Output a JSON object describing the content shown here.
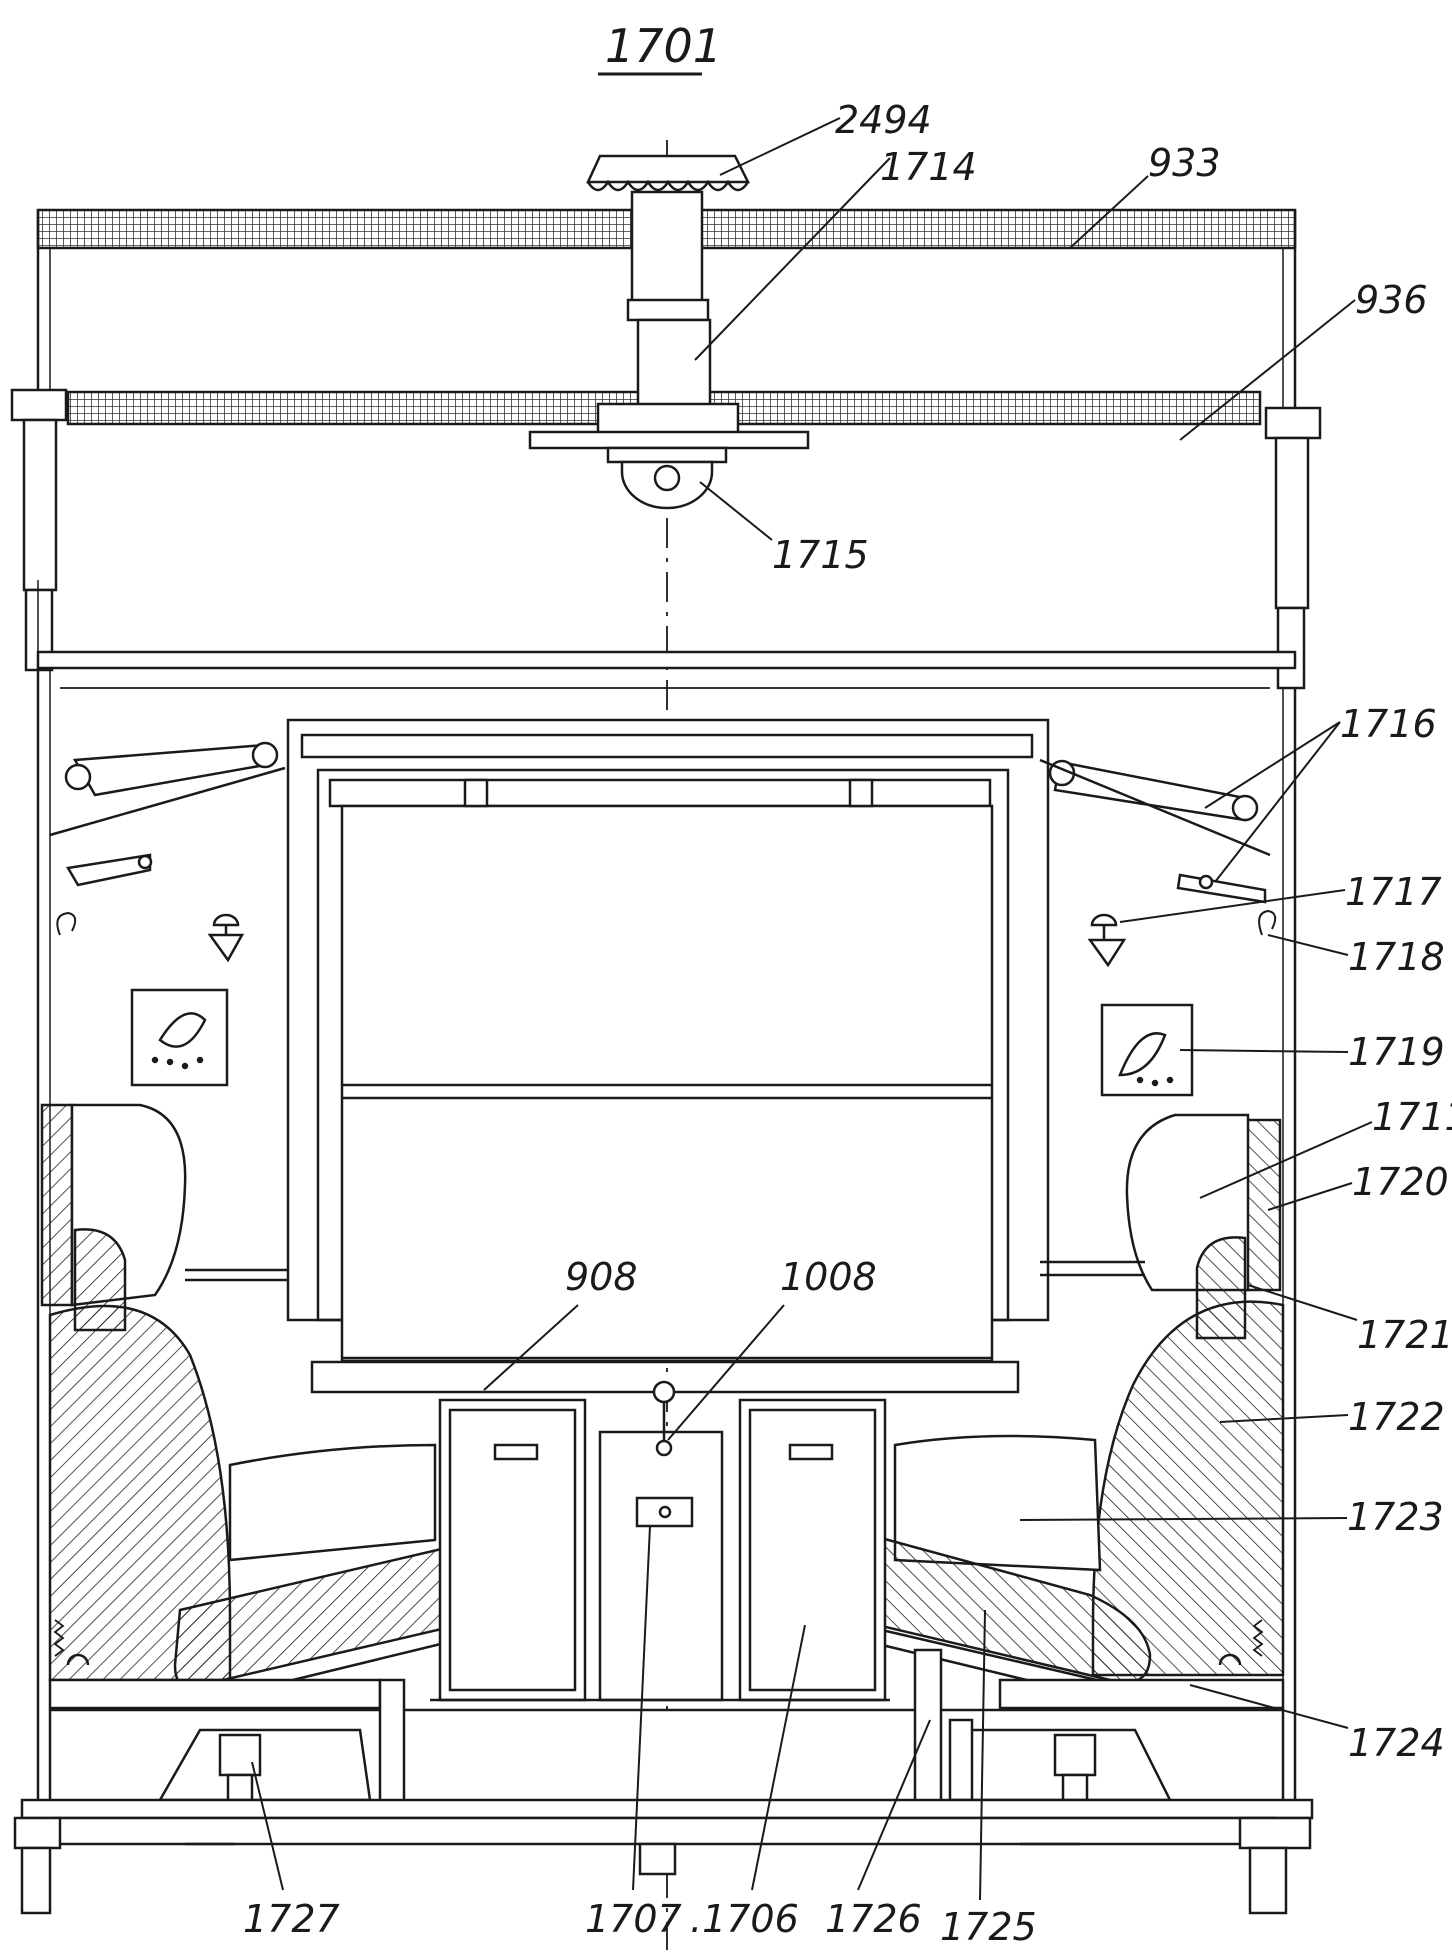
{
  "figure": {
    "number": "1701",
    "labels": {
      "l2494": "2494",
      "l1714": "1714",
      "l933": "933",
      "l936": "936",
      "l1715": "1715",
      "l1716": "1716",
      "l1717": "1717",
      "l1718": "1718",
      "l1719": "1719",
      "l1711": "1711",
      "l1720": "1720",
      "l1721": "1721",
      "l1722": "1722",
      "l1723": "1723",
      "l1724": "1724",
      "l908": "908",
      "l1008": "1008",
      "l1727": "1727",
      "l1707": "1707",
      "l1706": ".1706",
      "l1726": "1726",
      "l1725": "1725"
    }
  }
}
